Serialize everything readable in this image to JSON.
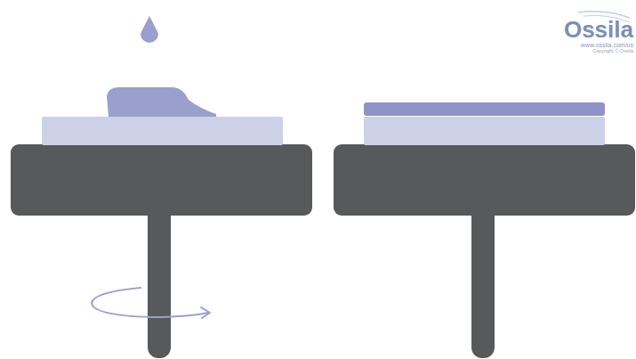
{
  "diagram": {
    "labels": [
      "Ossila",
      "www.ossila.com/us",
      "Copyright © Ossila"
    ]
  }
}
